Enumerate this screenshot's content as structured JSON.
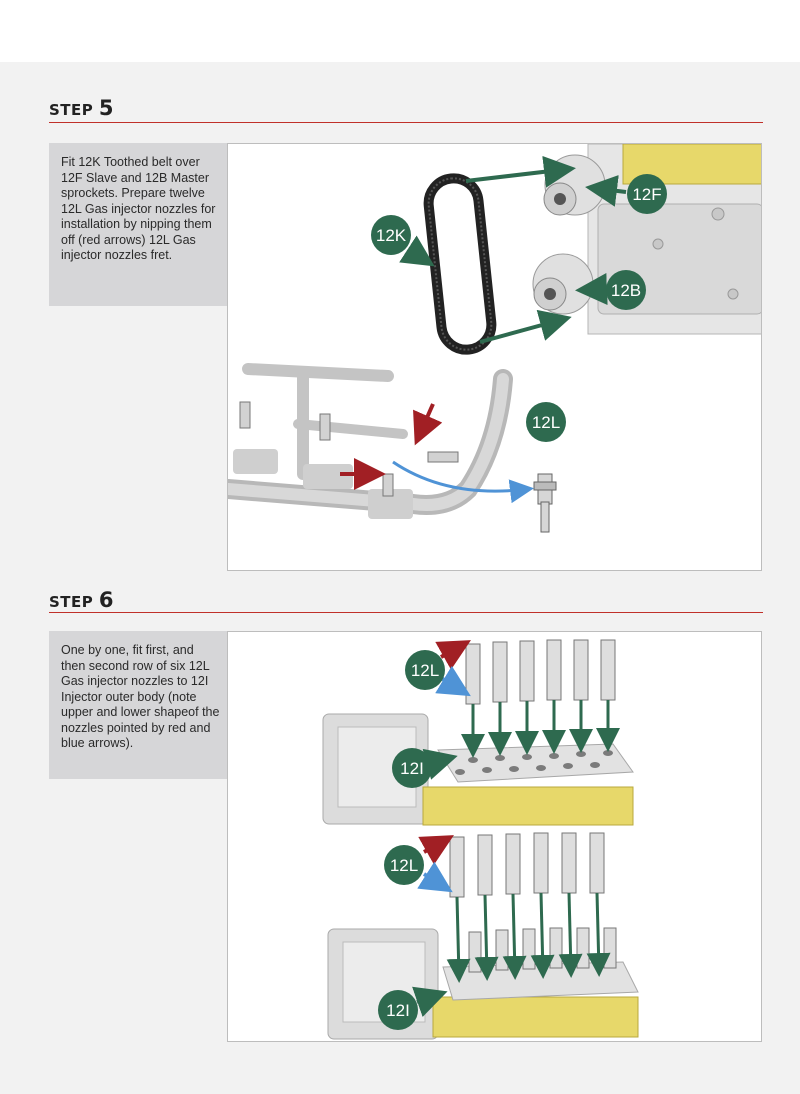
{
  "steps": [
    {
      "word": "STEP",
      "number": "5",
      "text": "Fit 12K Toothed belt over 12F Slave and 12B Master sprockets. Prepare twelve 12L Gas injector nozzles for installation by nipping them off (red arrows) 12L Gas injector nozzles fret.",
      "callouts": [
        "12F",
        "12K",
        "12B",
        "12L"
      ]
    },
    {
      "word": "STEP",
      "number": "6",
      "text": "One by one, fit first, and then second row of six 12L Gas injector nozzles to 12I Injector outer body (note upper and lower shapeof the nozzles pointed by red and blue arrows).",
      "callouts": [
        "12L",
        "12I",
        "12L",
        "12I"
      ]
    }
  ],
  "colors": {
    "rule": "#c0302a",
    "callout_green": "#2e6a4f",
    "arrow_red": "#a11f24",
    "arrow_blue": "#4f93d6",
    "note_bg": "#d6d6d8",
    "engine_yellow": "#e7d86a"
  }
}
